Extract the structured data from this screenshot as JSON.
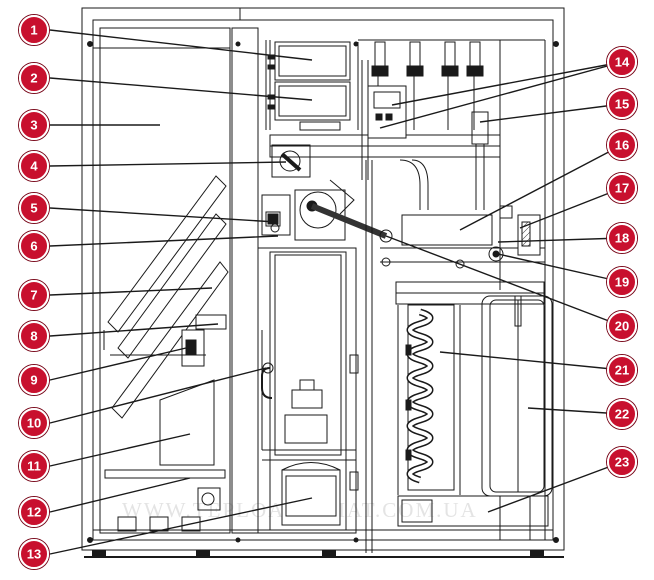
{
  "diagram": {
    "watermark": "WWW.TEPLOAKLIMAT.COM.UA",
    "callout_color": "#c8102e",
    "line_color": "#1a1a1a",
    "callouts": [
      "1",
      "2",
      "3",
      "4",
      "5",
      "6",
      "7",
      "8",
      "9",
      "10",
      "11",
      "12",
      "13",
      "14",
      "15",
      "16",
      "17",
      "18",
      "19",
      "20",
      "21",
      "22",
      "23"
    ]
  }
}
